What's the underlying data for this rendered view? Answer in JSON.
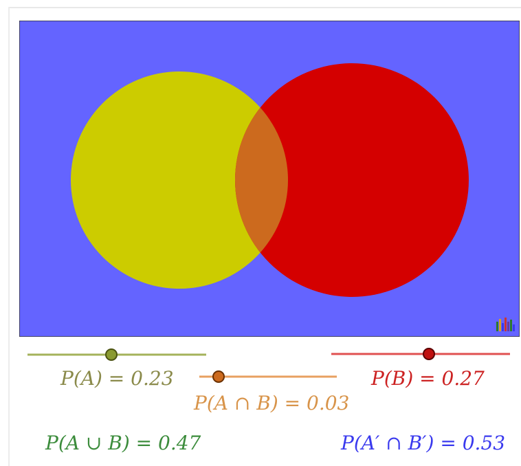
{
  "colors": {
    "universe": "#6464ff",
    "set_a": "#cccc00",
    "set_b": "#d40000",
    "intersection": "#cc6a1e",
    "slider_a": "#a4b25a",
    "slider_b": "#e05050",
    "slider_ab": "#e8a060",
    "label_a": "#8a8a4a",
    "label_b": "#cc2222",
    "label_ab": "#d8944a",
    "label_union": "#3c8c3c",
    "label_complement": "#3a3aee"
  },
  "labels": {
    "p_a": "P(A) = 0.23",
    "p_b": "P(B) = 0.27",
    "p_a_and_b": "P(A ∩ B) = 0.03",
    "p_a_or_b": "P(A ∪ B) = 0.47",
    "p_not_a_and_not_b": "P(A′ ∩ B′) = 0.53"
  },
  "logo": "geogebra-logo-icon"
}
